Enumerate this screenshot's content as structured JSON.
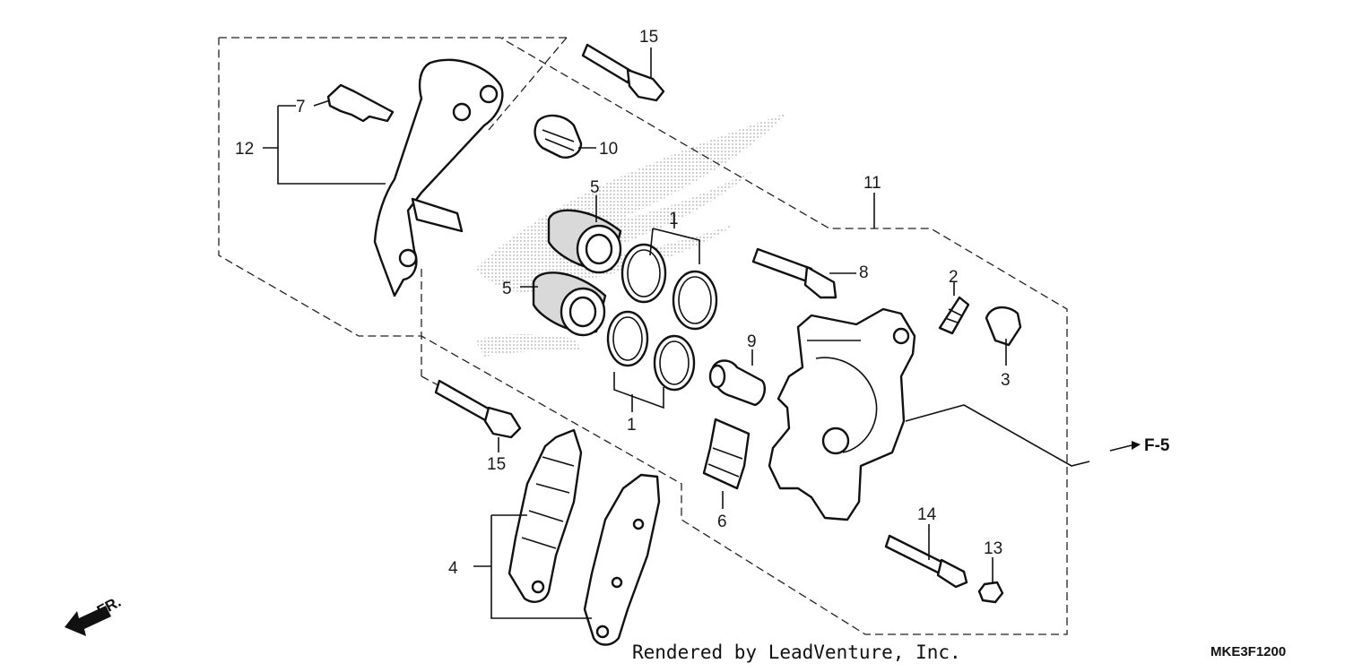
{
  "labels": {
    "p1a": "1",
    "p1b": "1",
    "p2": "2",
    "p3": "3",
    "p4": "4",
    "p5a": "5",
    "p5b": "5",
    "p6": "6",
    "p7": "7",
    "p8": "8",
    "p9": "9",
    "p10": "10",
    "p11": "11",
    "p12": "12",
    "p13": "13",
    "p14": "14",
    "p15a": "15",
    "p15b": "15"
  },
  "ref_label": "F-5",
  "front_label": "FR.",
  "credit": "Rendered by LeadVenture, Inc.",
  "diagram_code": "MKE3F1200",
  "colors": {
    "line": "#111111",
    "watermark": "#c8c8c8"
  }
}
